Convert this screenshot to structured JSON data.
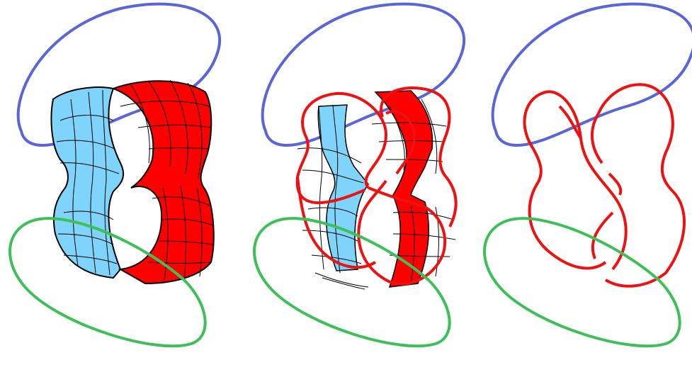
{
  "figure": {
    "panels": [
      {
        "id": "banded-surface-solid",
        "description_hidden": true
      },
      {
        "id": "banded-surface-with-boundary",
        "description_hidden": true
      },
      {
        "id": "boundary-link",
        "description_hidden": true
      }
    ],
    "colors": {
      "upper_ring": "#5b66d6",
      "lower_ring": "#3fbf5a",
      "band_light": "#7fd4fb",
      "band_red": "#ff0000",
      "boundary_red": "#ee1111",
      "grid_line": "#000000"
    }
  }
}
